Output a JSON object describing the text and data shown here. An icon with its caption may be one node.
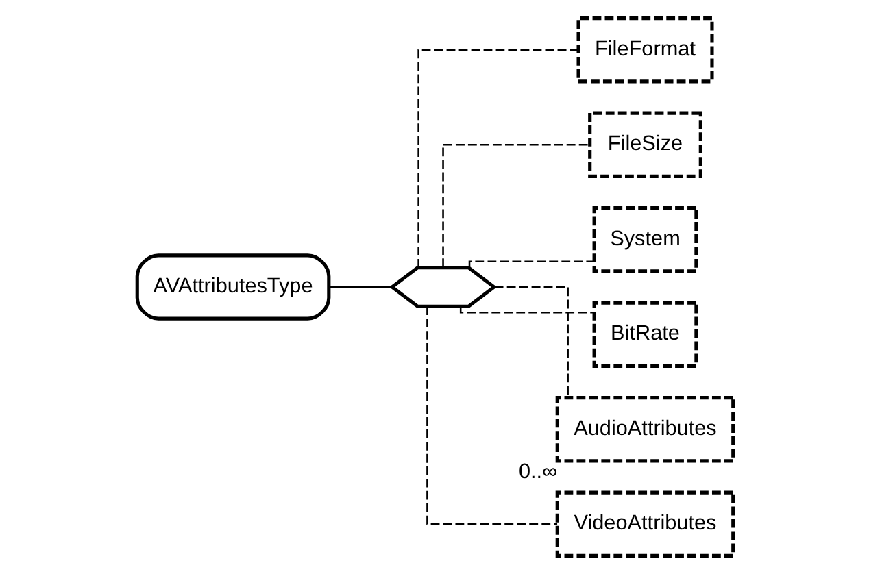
{
  "diagram": {
    "nodes": [
      {
        "text": [
          "AVAttributesType"
        ]
      },
      {
        "text": [],
        "shape": "hexagon"
      },
      {
        "text": [
          "FileFormat"
        ]
      },
      {
        "text": [
          "FileSize"
        ]
      },
      {
        "text": [
          "System"
        ]
      },
      {
        "text": [
          "BitRate"
        ]
      },
      {
        "text": [
          "AudioAttributes"
        ],
        "beside": [
          "0..∞"
        ]
      },
      {
        "text": [
          "VideoAttributes"
        ]
      }
    ],
    "edges": [
      {
        "from": 0,
        "to": 1,
        "arrow": "none"
      },
      {
        "from": 1,
        "to": 2,
        "arrow": "none",
        "style": "dashed"
      },
      {
        "from": 1,
        "to": 3,
        "arrow": "none",
        "style": "dashed"
      },
      {
        "from": 1,
        "to": 4,
        "arrow": "none",
        "style": "dashed"
      },
      {
        "from": 1,
        "to": 5,
        "arrow": "none",
        "style": "dashed"
      },
      {
        "from": 1,
        "to": 6,
        "arrow": "none",
        "style": "dashed"
      },
      {
        "from": 1,
        "to": 7,
        "arrow": "none",
        "style": "dashed"
      }
    ]
  }
}
